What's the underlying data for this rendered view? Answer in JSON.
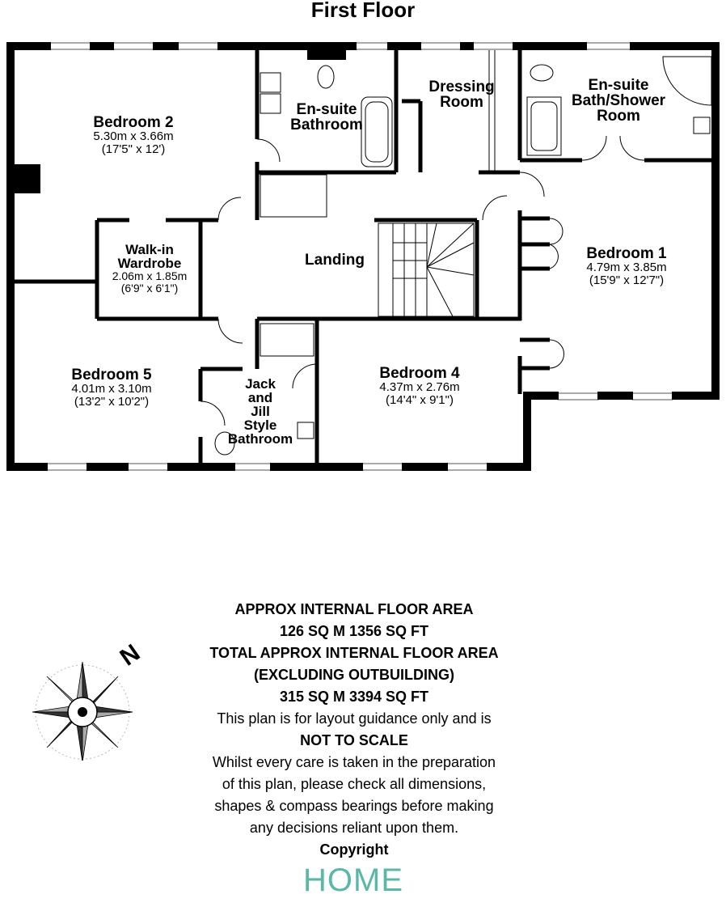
{
  "title": "First Floor",
  "rooms": {
    "bedroom2": {
      "name": "Bedroom 2",
      "metric": "5.30m x 3.66m",
      "imperial": "(17'5\" x 12')"
    },
    "ensuite_bathroom": {
      "name_line1": "En-suite",
      "name_line2": "Bathroom"
    },
    "dressing_room": {
      "name_line1": "Dressing",
      "name_line2": "Room"
    },
    "ensuite_shower": {
      "name_line1": "En-suite",
      "name_line2": "Bath/Shower",
      "name_line3": "Room"
    },
    "bedroom1": {
      "name": "Bedroom 1",
      "metric": "4.79m x 3.85m",
      "imperial": "(15'9\" x 12'7\")"
    },
    "walkin": {
      "name_line1": "Walk-in",
      "name_line2": "Wardrobe",
      "metric": "2.06m x 1.85m",
      "imperial": "(6'9\" x 6'1\")"
    },
    "landing": {
      "name": "Landing"
    },
    "bedroom5": {
      "name": "Bedroom 5",
      "metric": "4.01m x 3.10m",
      "imperial": "(13'2\" x 10'2\")"
    },
    "jack_jill": {
      "name_line1": "Jack",
      "name_line2": "and",
      "name_line3": "Jill",
      "name_line4": "Style",
      "name_line5": "Bathroom"
    },
    "bedroom4": {
      "name": "Bedroom 4",
      "metric": "4.37m x 2.76m",
      "imperial": "(14'4\" x 9'1\")"
    }
  },
  "info": {
    "line1": "APPROX INTERNAL FLOOR AREA",
    "line2": "126 SQ M 1356 SQ FT",
    "line3": "TOTAL APPROX INTERNAL FLOOR AREA",
    "line4": "(EXCLUDING OUTBUILDING)",
    "line5": "315 SQ M 3394 SQ FT",
    "line6": "This plan is for layout guidance only and is",
    "line7": "NOT TO SCALE",
    "line8": "Whilst every care is taken in the preparation",
    "line9": "of this plan, please check all dimensions,",
    "line10": "shapes & compass bearings before making",
    "line11": "any decisions reliant upon them.",
    "line12": "Copyright"
  },
  "compass_label": "N",
  "logo": "HOME",
  "colors": {
    "wall": "#000000",
    "logo": "#5bb8a6"
  }
}
